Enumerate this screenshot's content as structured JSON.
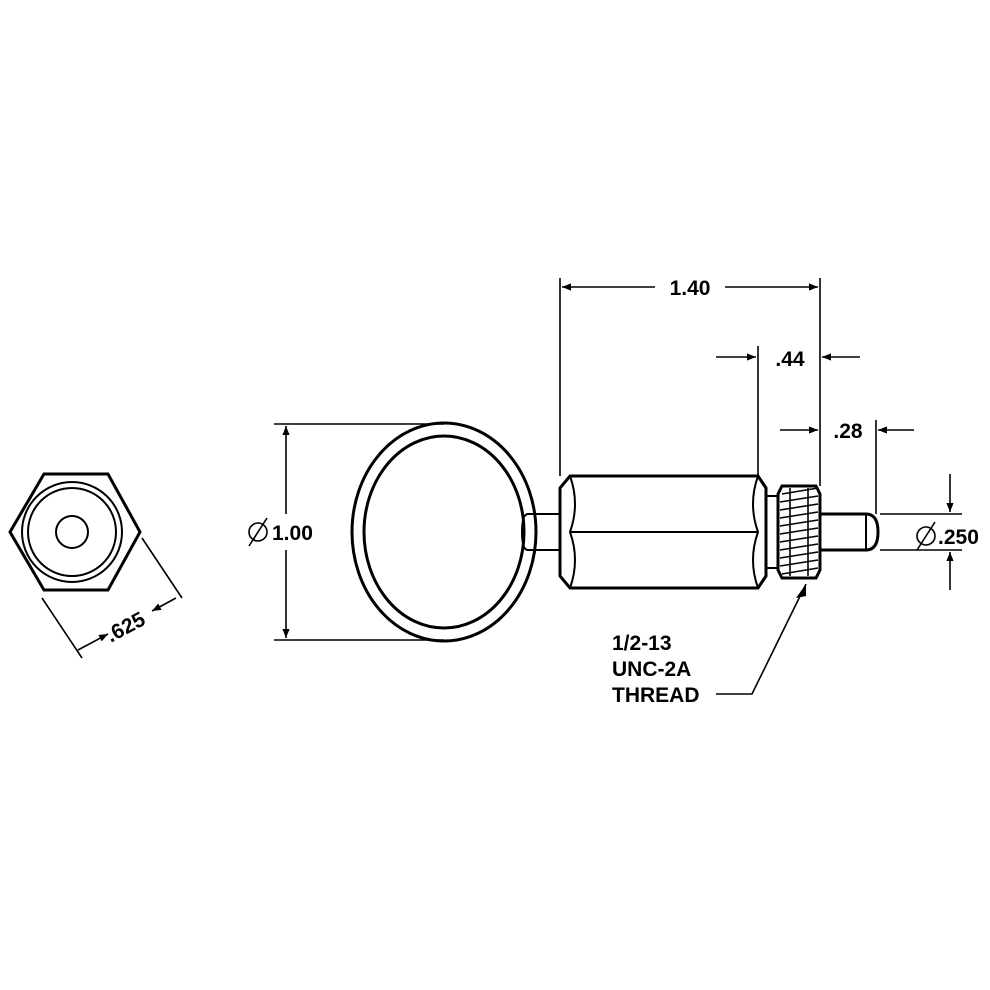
{
  "dimensions": {
    "hex_across_flats": ".625",
    "ring_diameter": "1.00",
    "overall_length": "1.40",
    "thread_length": ".44",
    "plunger_length": ".28",
    "plunger_diameter": ".250"
  },
  "thread_note": {
    "line1": "1/2-13",
    "line2": "UNC-2A",
    "line3": "THREAD"
  },
  "symbols": {
    "diameter": "diameter-icon"
  }
}
